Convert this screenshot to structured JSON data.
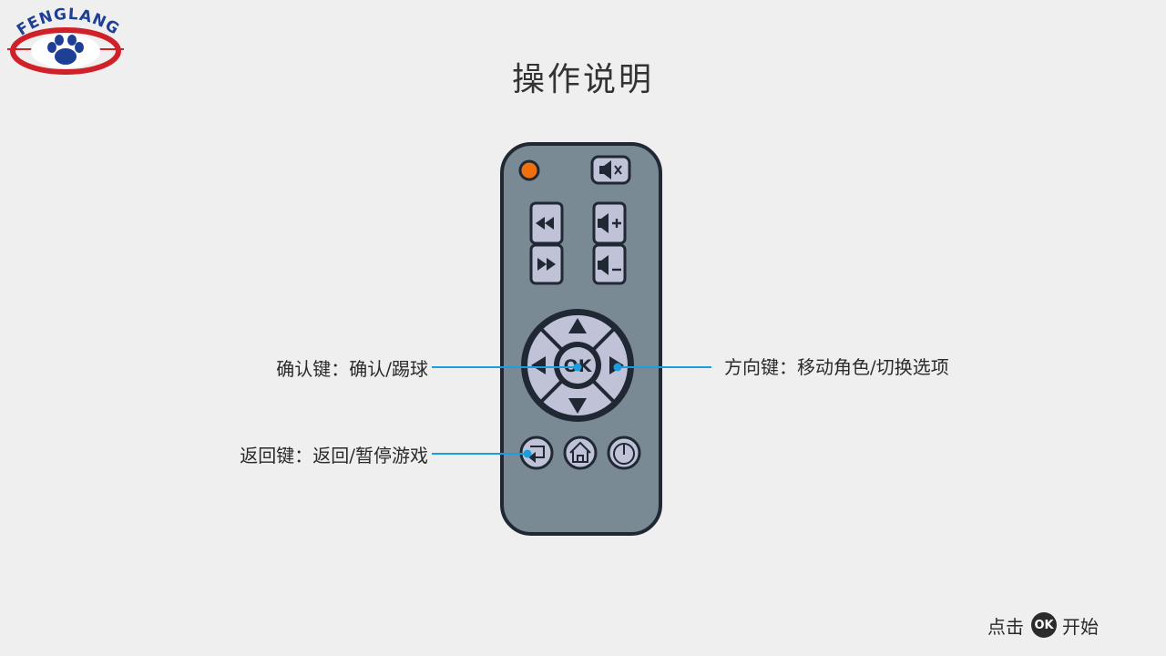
{
  "logo": {
    "text": "FENGLANG"
  },
  "page": {
    "title": "操作说明"
  },
  "remote": {
    "ok_label": "OK",
    "buttons": [
      "power-indicator",
      "mute",
      "rewind",
      "fast-forward",
      "volume-up",
      "volume-down",
      "dpad-up",
      "dpad-down",
      "dpad-left",
      "dpad-right",
      "ok",
      "back",
      "home",
      "power"
    ]
  },
  "callouts": {
    "confirm": "确认键：确认/踢球",
    "direction": "方向键：移动角色/切换选项",
    "back": "返回键：返回/暂停游戏"
  },
  "footer": {
    "prefix": "点击",
    "ok_badge": "OK",
    "suffix": "开始"
  },
  "colors": {
    "background": "#efefef",
    "remote_body": "#7a8a94",
    "remote_outline": "#1f2833",
    "button_fill": "#c0c3d8",
    "indicator": "#f07010",
    "callout_line": "#1a9ee0",
    "logo_blue": "#1d3f95",
    "logo_red": "#d0202a"
  }
}
